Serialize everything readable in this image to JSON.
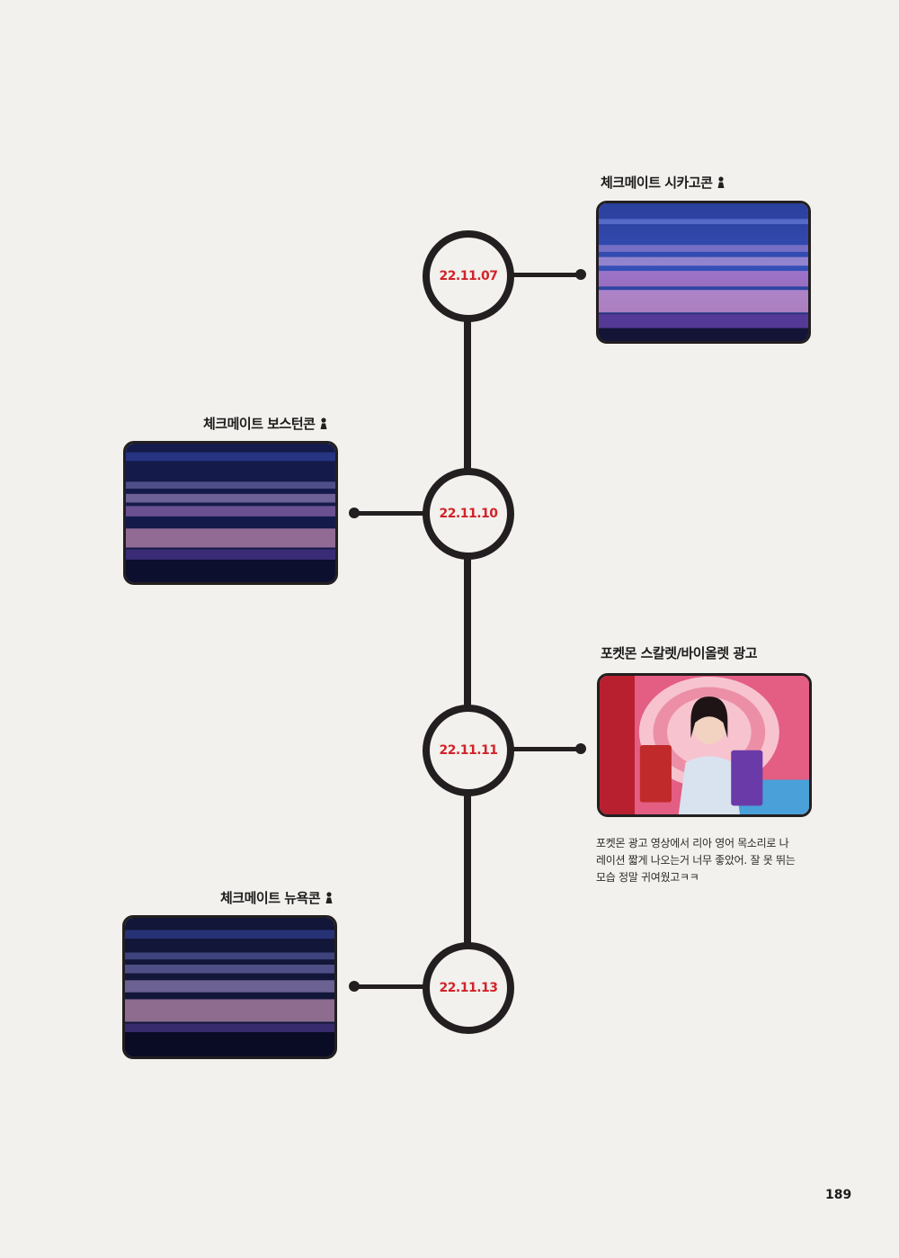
{
  "timeline": {
    "events": [
      {
        "date": "22.11.07",
        "caption": "체크메이트 시카고콘",
        "has_person_icon": true,
        "photo": "concert-hall-photo"
      },
      {
        "date": "22.11.10",
        "caption": "체크메이트 보스턴콘",
        "has_person_icon": true,
        "photo": "concert-hall-photo"
      },
      {
        "date": "22.11.11",
        "caption": "포켓몬 스칼렛/바이올렛 광고",
        "has_person_icon": false,
        "photo": "advertisement-photo",
        "note_lines": [
          "포켓몬 광고 영상에서 리아 영어 목소리로 나",
          "레이션 짧게 나오는거 너무 좋았어. 잘 못 뛰는",
          "모습 정말 귀여웠고ㅋㅋ"
        ]
      },
      {
        "date": "22.11.13",
        "caption": "체크메이트 뉴욕콘",
        "has_person_icon": true,
        "photo": "concert-hall-photo"
      }
    ]
  },
  "colors": {
    "background": "#f3f1ed",
    "line": "#231f20",
    "date_text": "#d2232a"
  },
  "page_number": "189"
}
